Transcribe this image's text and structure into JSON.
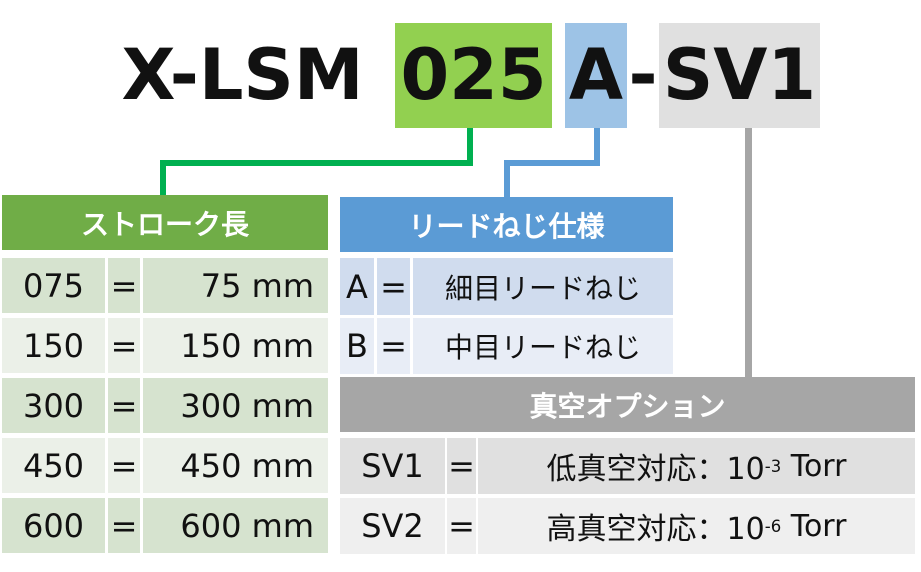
{
  "model": {
    "prefix": "X-LSM",
    "stroke_code": "025",
    "lead_code": "A",
    "dash": "-",
    "vacuum_code": "SV1"
  },
  "colors": {
    "green": "#92d050",
    "blue": "#9dc3e6",
    "gray": "#e0e0e0"
  },
  "stroke": {
    "header": "ストローク長",
    "rows": [
      {
        "code": "075",
        "eq": "=",
        "value": "75 mm"
      },
      {
        "code": "150",
        "eq": "=",
        "value": "150 mm"
      },
      {
        "code": "300",
        "eq": "=",
        "value": "300 mm"
      },
      {
        "code": "450",
        "eq": "=",
        "value": "450 mm"
      },
      {
        "code": "600",
        "eq": "=",
        "value": "600 mm"
      }
    ]
  },
  "lead": {
    "header": "リードねじ仕様",
    "rows": [
      {
        "code": "A",
        "eq": "=",
        "value": "細目リードねじ"
      },
      {
        "code": "B",
        "eq": "=",
        "value": "中目リードねじ"
      }
    ]
  },
  "vacuum": {
    "header": "真空オプション",
    "rows": [
      {
        "code": "SV1",
        "eq": "=",
        "label": "低真空対応：10",
        "exp": "-3",
        "unit": " Torr"
      },
      {
        "code": "SV2",
        "eq": "=",
        "label": "高真空対応：10",
        "exp": "-6",
        "unit": " Torr"
      }
    ]
  }
}
